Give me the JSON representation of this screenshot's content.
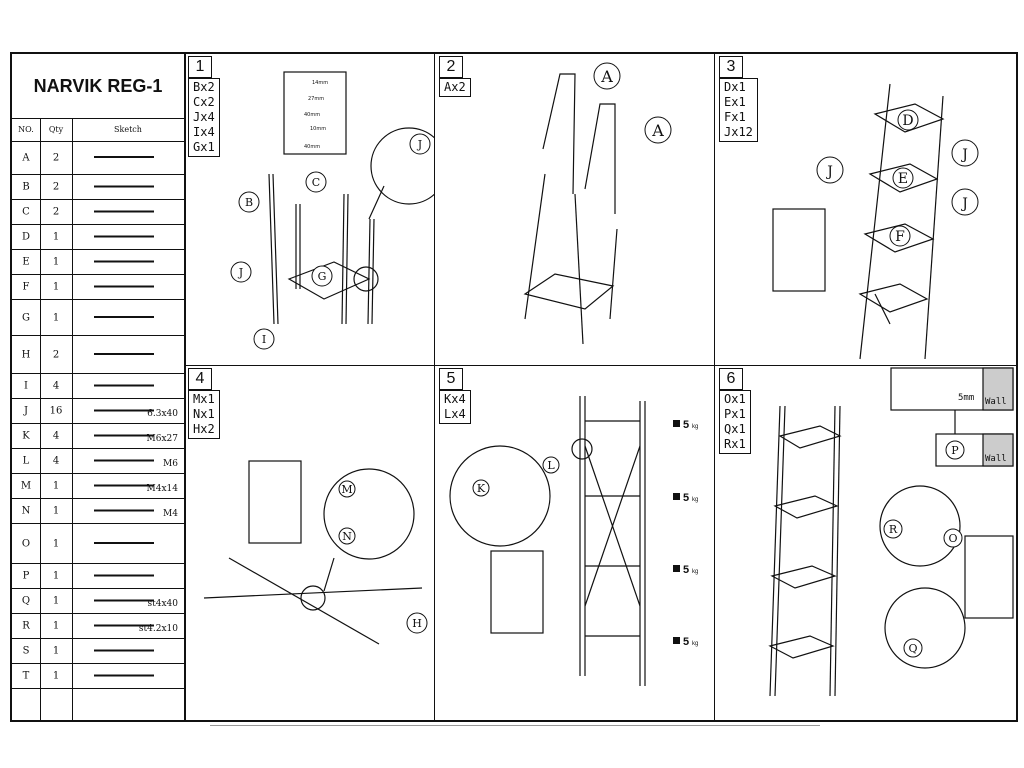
{
  "title": "NARVIK REG-1",
  "table_headers": {
    "no": "NO.",
    "qty": "Qty",
    "sketch": "Sketch"
  },
  "parts": [
    {
      "no": "A",
      "qty": "2",
      "spec": ""
    },
    {
      "no": "B",
      "qty": "2",
      "spec": ""
    },
    {
      "no": "C",
      "qty": "2",
      "spec": ""
    },
    {
      "no": "D",
      "qty": "1",
      "spec": ""
    },
    {
      "no": "E",
      "qty": "1",
      "spec": ""
    },
    {
      "no": "F",
      "qty": "1",
      "spec": ""
    },
    {
      "no": "G",
      "qty": "1",
      "spec": ""
    },
    {
      "no": "H",
      "qty": "2",
      "spec": ""
    },
    {
      "no": "I",
      "qty": "4",
      "spec": ""
    },
    {
      "no": "J",
      "qty": "16",
      "spec": "6.3x40"
    },
    {
      "no": "K",
      "qty": "4",
      "spec": "M6x27"
    },
    {
      "no": "L",
      "qty": "4",
      "spec": "M6"
    },
    {
      "no": "M",
      "qty": "1",
      "spec": "M4x14"
    },
    {
      "no": "N",
      "qty": "1",
      "spec": "M4"
    },
    {
      "no": "O",
      "qty": "1",
      "spec": ""
    },
    {
      "no": "P",
      "qty": "1",
      "spec": ""
    },
    {
      "no": "Q",
      "qty": "1",
      "spec": "st4x40"
    },
    {
      "no": "R",
      "qty": "1",
      "spec": "st4.2x10"
    },
    {
      "no": "S",
      "qty": "1",
      "spec": ""
    },
    {
      "no": "T",
      "qty": "1",
      "spec": ""
    }
  ],
  "steps": [
    {
      "num": "1",
      "parts": [
        "Bx2",
        "Cx2",
        "Jx4",
        "Ix4",
        "Gx1"
      ]
    },
    {
      "num": "2",
      "parts": [
        "Ax2"
      ]
    },
    {
      "num": "3",
      "parts": [
        "Dx1",
        "Ex1",
        "Fx1",
        "Jx12"
      ]
    },
    {
      "num": "4",
      "parts": [
        "Mx1",
        "Nx1",
        "Hx2"
      ]
    },
    {
      "num": "5",
      "parts": [
        "Kx4",
        "Lx4"
      ]
    },
    {
      "num": "6",
      "parts": [
        "Ox1",
        "Px1",
        "Qx1",
        "Rx1"
      ]
    }
  ],
  "screw_chart": {
    "lengths": [
      "14mm",
      "27mm",
      "40mm",
      "10mm",
      "40mm"
    ]
  },
  "callouts": {
    "s1": [
      "B",
      "C",
      "J",
      "G",
      "I",
      "J"
    ],
    "s2": [
      "A",
      "A"
    ],
    "s3": [
      "D",
      "E",
      "F",
      "J",
      "J",
      "J"
    ],
    "s4": [
      "M",
      "N",
      "H"
    ],
    "s5": [
      "K",
      "L"
    ],
    "s6": [
      "R",
      "O",
      "Q",
      "P"
    ]
  },
  "load_label": "5",
  "load_unit": "kg",
  "drill_size": "5mm",
  "wall_label": "Wall"
}
